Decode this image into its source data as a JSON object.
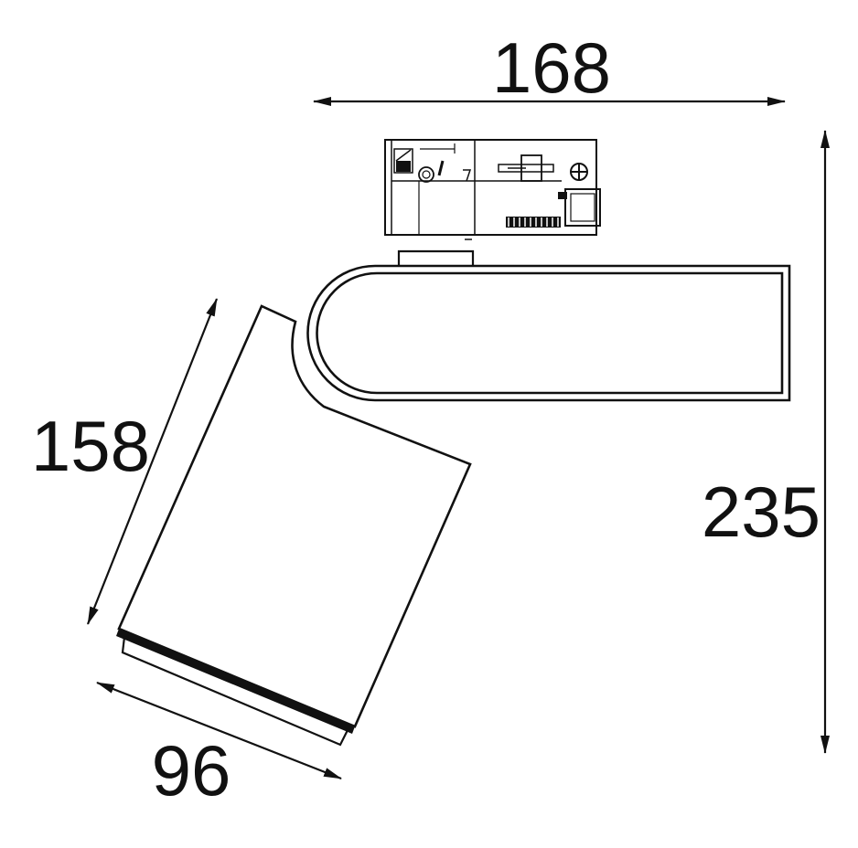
{
  "colors": {
    "line": "#111111",
    "background": "#ffffff"
  },
  "dimensions": {
    "width_top": "168",
    "height_right": "235",
    "head_length": "158",
    "head_diameter": "96"
  }
}
